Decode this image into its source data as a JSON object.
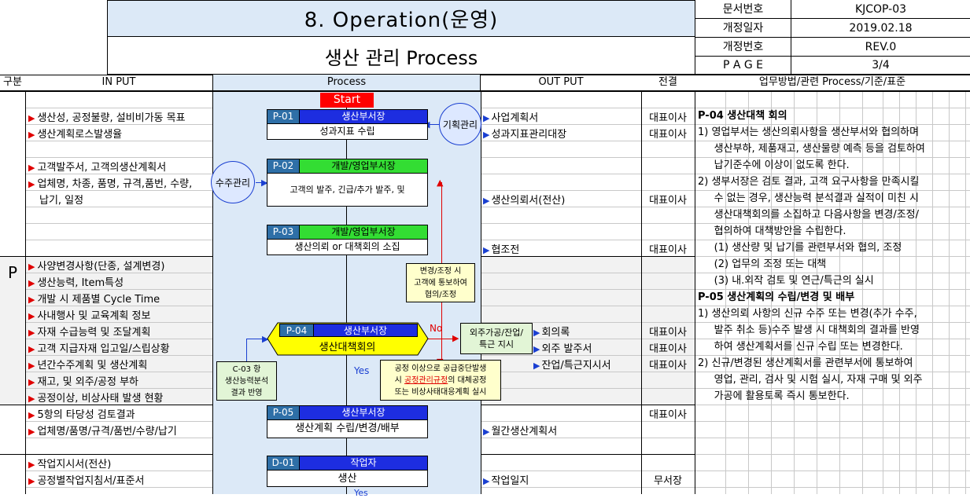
{
  "header": {
    "section_title": "8. Operation(운영)",
    "sub_title": "생산 관리 Process",
    "meta": [
      {
        "label": "문서번호",
        "value": "KJCOP-03"
      },
      {
        "label": "개정일자",
        "value": "2019.02.18"
      },
      {
        "label": "개정번호",
        "value": "REV.0"
      },
      {
        "label": "P A G E",
        "value": "3/4"
      }
    ]
  },
  "columns": {
    "gubun": "구분",
    "input": "IN PUT",
    "process": "Process",
    "output": "OUT PUT",
    "approval": "전결",
    "method": "업무방법/관련 Process/기준/표준"
  },
  "phase_label": "P",
  "inputs": [
    "생산성, 공정불량, 설비비가동 목표",
    "생산계획로스발생율",
    "고객발주서, 고객의생산계획서",
    "업체명, 차종, 품명, 규격,품번, 수량,",
    "납기, 일정",
    "사양변경사항(단종, 설계변경)",
    "생산능력, Item특성",
    "개발 시 제품별 Cycle Time",
    "사내행사 및 교육계획 정보",
    "자재 수급능력 및 조달계획",
    "고객 지급자재 입고일/스립상황",
    "년간수주계획 및 생산계획",
    "재고, 및 외주/공정 부하",
    "공정이상, 비상사태 발생 현황",
    "5항의 타당성 검토결과",
    "업체명/품명/규격/품번/수량/납기",
    "작업지시서(전산)",
    "공정별작업지침서/표준서"
  ],
  "outputs": [
    "사업계획서",
    "성과지표관리대장",
    "생산의뢰서(전산)",
    "협조전",
    "회의록",
    "외주 발주서",
    "잔업/특근지시서",
    "월간생산계획서",
    "작업일지"
  ],
  "approvals": [
    "대표이사",
    "대표이사",
    "대표이사",
    "대표이사",
    "대표이사",
    "대표이사",
    "대표이사",
    "대표이사",
    "무서장"
  ],
  "process": {
    "start": "Start",
    "p01": {
      "code": "P-01",
      "owner": "생산부서장",
      "task": "성과지표 수립"
    },
    "p02": {
      "code": "P-02",
      "owner": "개발/영업부서장",
      "task": "고객의 발주, 긴급/추가 발주, 및"
    },
    "p03": {
      "code": "P-03",
      "owner": "개발/영업부서장",
      "task": "생산의뢰 or 대책회의 소집"
    },
    "p04": {
      "code": "P-04",
      "owner": "생산부서장",
      "task": "생산대책회의"
    },
    "p05": {
      "code": "P-05",
      "owner": "생산부서장",
      "task": "생산계획 수립/변경/배부"
    },
    "d01": {
      "code": "D-01",
      "owner": "작업자",
      "task": "생산"
    },
    "circle_plan": "기획관리",
    "circle_order": "수주관리",
    "note_change": [
      "변경/조정 시",
      "고객에 통보하여",
      "협의/조정"
    ],
    "note_outsource": [
      "외주가공/잔업/",
      "특근 지시"
    ],
    "note_capacity": [
      "C-03 항",
      "생산능력분석",
      "결과 반영"
    ],
    "note_stop_pre": "공정 이상으로 공급중단발생",
    "note_stop_a": "시 ",
    "note_stop_link": "공정관리규정",
    "note_stop_b": "의 대체공정",
    "note_stop_last": "또는 비상사태대응계획 실시",
    "no_label": "No",
    "yes_label": "Yes",
    "yes_label2": "Yes"
  },
  "method_lines": [
    {
      "text": "P-04 생산대책 회의",
      "bold": true
    },
    {
      "text": "1) 영업부서는 생산의뢰사항을 생산부서와 협의하며",
      "bold": false
    },
    {
      "text": "   생산부하, 제품재고, 생산물량 예측 등을 검토하여",
      "bold": false
    },
    {
      "text": "   납기준수에 이상이 없도록 한다.",
      "bold": false
    },
    {
      "text": "2) 생부서장은 검토 결과, 고객 요구사항을 만족시킬",
      "bold": false
    },
    {
      "text": "   수 없는 경우, 생산능력 분석결과 실적이 미친 시",
      "bold": false
    },
    {
      "text": "   생산대책회의를 소집하고 다음사항을 변경/조정/",
      "bold": false
    },
    {
      "text": "   협의하여 대책방안을 수립한다.",
      "bold": false
    },
    {
      "text": "   (1) 생산량 및 납기를 관련부서와 협의, 조정",
      "bold": false
    },
    {
      "text": "   (2) 업무의 조정 또는 대책",
      "bold": false
    },
    {
      "text": "   (3) 내.외작 검토 및 연근/특근의 실시",
      "bold": false
    },
    {
      "text": "P-05 생산계획의 수립/변경 및 배부",
      "bold": true
    },
    {
      "text": "1) 생산의뢰 사항의 신규 수주 또는 변경(추가 수주,",
      "bold": false
    },
    {
      "text": "   발주 취소 등)수주 발생 시 대책회의 결과를 반영",
      "bold": false
    },
    {
      "text": "   하여 생산계획서를 신규 수립 또는 변경한다.",
      "bold": false
    },
    {
      "text": "2) 신규/변경된 생산계획서를 관련부서에 통보하여",
      "bold": false
    },
    {
      "text": "   영업, 관리, 검사 및 시험 실시, 자재 구매 및 외주",
      "bold": false
    },
    {
      "text": "   가공에 활용토록 즉시 통보한다.",
      "bold": false
    }
  ]
}
